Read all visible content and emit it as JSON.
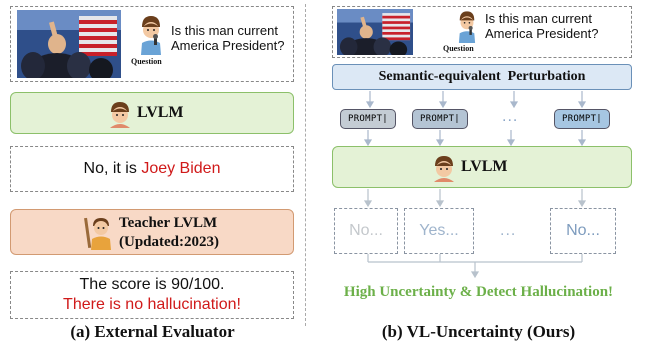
{
  "left": {
    "question_text": "Is this man current America President?",
    "question_label": "Question",
    "lvlm_label": "LVLM",
    "answer_prefix": "No, it is ",
    "answer_highlight": "Joey Biden",
    "teacher_line1": "Teacher LVLM",
    "teacher_line2": "(Updated:2023)",
    "score_line": "The score is 90/100.",
    "score_verdict": "There is no hallucination!",
    "caption": "(a) External Evaluator"
  },
  "right": {
    "question_text": "Is this man current America President?",
    "question_label": "Question",
    "perturbation_label": "Semantic-equivalent  Perturbation",
    "prompts": [
      "PROMPT|",
      "PROMPT|",
      "PROMPT|"
    ],
    "ellipsis": "...",
    "lvlm_label": "LVLM",
    "answers": [
      "No...",
      "Yes...",
      "...",
      "No..."
    ],
    "result": "High Uncertainty & Detect Hallucination!",
    "caption": "(b) VL-Uncertainty (Ours)"
  },
  "colors": {
    "red_text": "#d01a1a",
    "green_text": "#6cb049",
    "lvlm_green_bg": "#e4f2d6",
    "teacher_bg": "#f8d9c6",
    "perturb_bg": "#dce8f5"
  },
  "icons": [
    "photo",
    "person-with-microphone-icon",
    "person-face-icon",
    "teacher-icon"
  ]
}
